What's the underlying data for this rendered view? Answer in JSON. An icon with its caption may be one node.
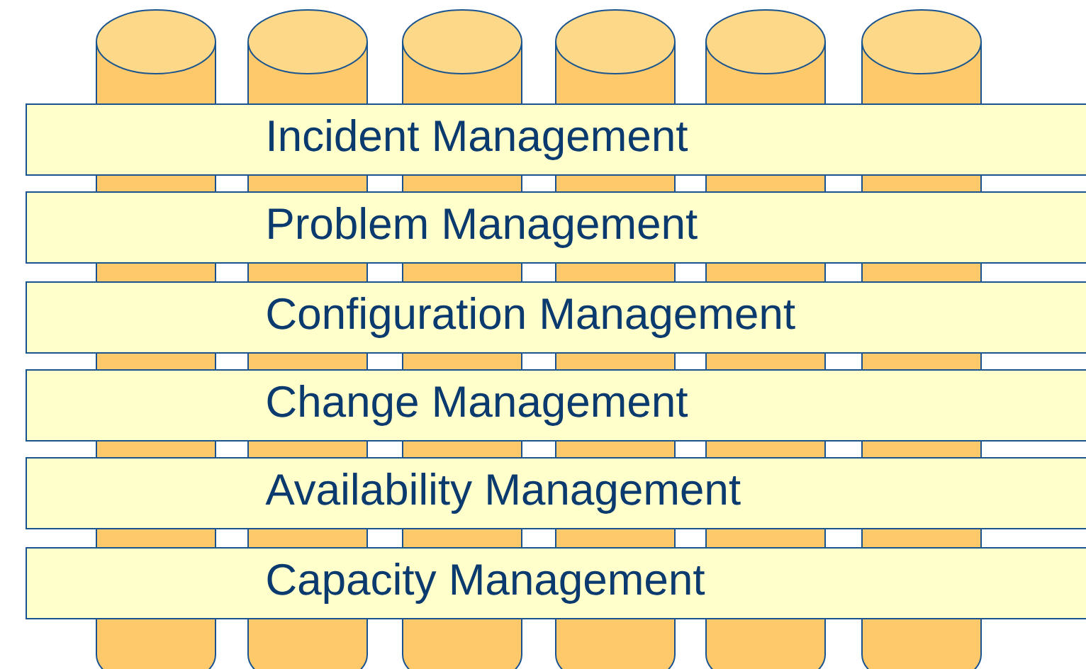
{
  "diagram": {
    "nodes": [
      {
        "text": [],
        "shape": "cylinder"
      },
      {
        "text": [],
        "shape": "cylinder"
      },
      {
        "text": [],
        "shape": "cylinder"
      },
      {
        "text": [],
        "shape": "cylinder"
      },
      {
        "text": [],
        "shape": "cylinder"
      },
      {
        "text": [],
        "shape": "cylinder"
      },
      {
        "text": [
          "Incident Management"
        ]
      },
      {
        "text": [
          "Problem Management"
        ]
      },
      {
        "text": [
          "Configuration Management"
        ]
      },
      {
        "text": [
          "Change Management"
        ]
      },
      {
        "text": [
          "Availability Management"
        ]
      },
      {
        "text": [
          "Capacity Management"
        ]
      }
    ]
  }
}
